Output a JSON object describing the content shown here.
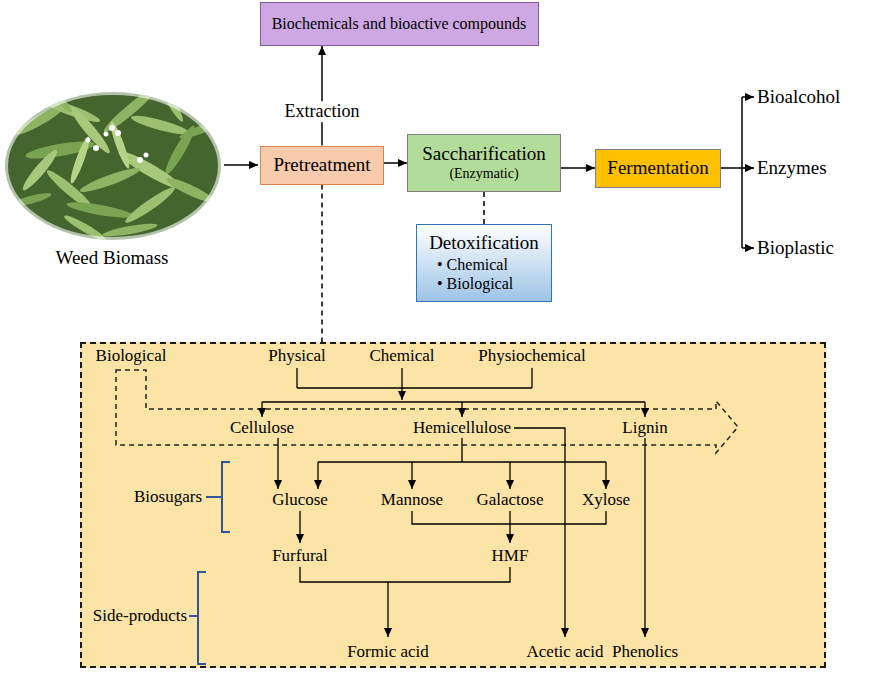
{
  "diagram": {
    "nodes": [
      {
        "text": [
          "Biochemicals and bioactive compounds"
        ]
      },
      {
        "text": [
          "Pretreatment"
        ]
      },
      {
        "text": [
          "Saccharification",
          "(Enzymatic)"
        ]
      },
      {
        "text": [
          "Fermentation"
        ]
      },
      {
        "text": [
          "Detoxification",
          "• Chemical",
          "• Biological"
        ]
      },
      {
        "text": [
          "Biological",
          "Physical",
          "Chemical",
          "Physiochemical",
          "Cellulose",
          "Hemicellulose",
          "Lignin",
          "Biosugars",
          "Glucose",
          "Mannose",
          "Galactose",
          "Xylose",
          "Side-products",
          "Furfural",
          "HMF",
          "Formic acid",
          "Acetic acid",
          "Phenolics"
        ]
      }
    ],
    "edges": [
      {
        "from": 1,
        "to": 0,
        "arrow": "to",
        "label": "Extraction"
      },
      {
        "from": 1,
        "to": 2,
        "arrow": "to"
      },
      {
        "from": 2,
        "to": 3,
        "arrow": "to"
      },
      {
        "from": 2,
        "to": 4,
        "arrow": "none"
      },
      {
        "from": 1,
        "to": 5,
        "arrow": "none"
      }
    ],
    "labels": [
      "Weed Biomass",
      "Bioalcohol",
      "Enzymes",
      "Bioplastic"
    ]
  }
}
